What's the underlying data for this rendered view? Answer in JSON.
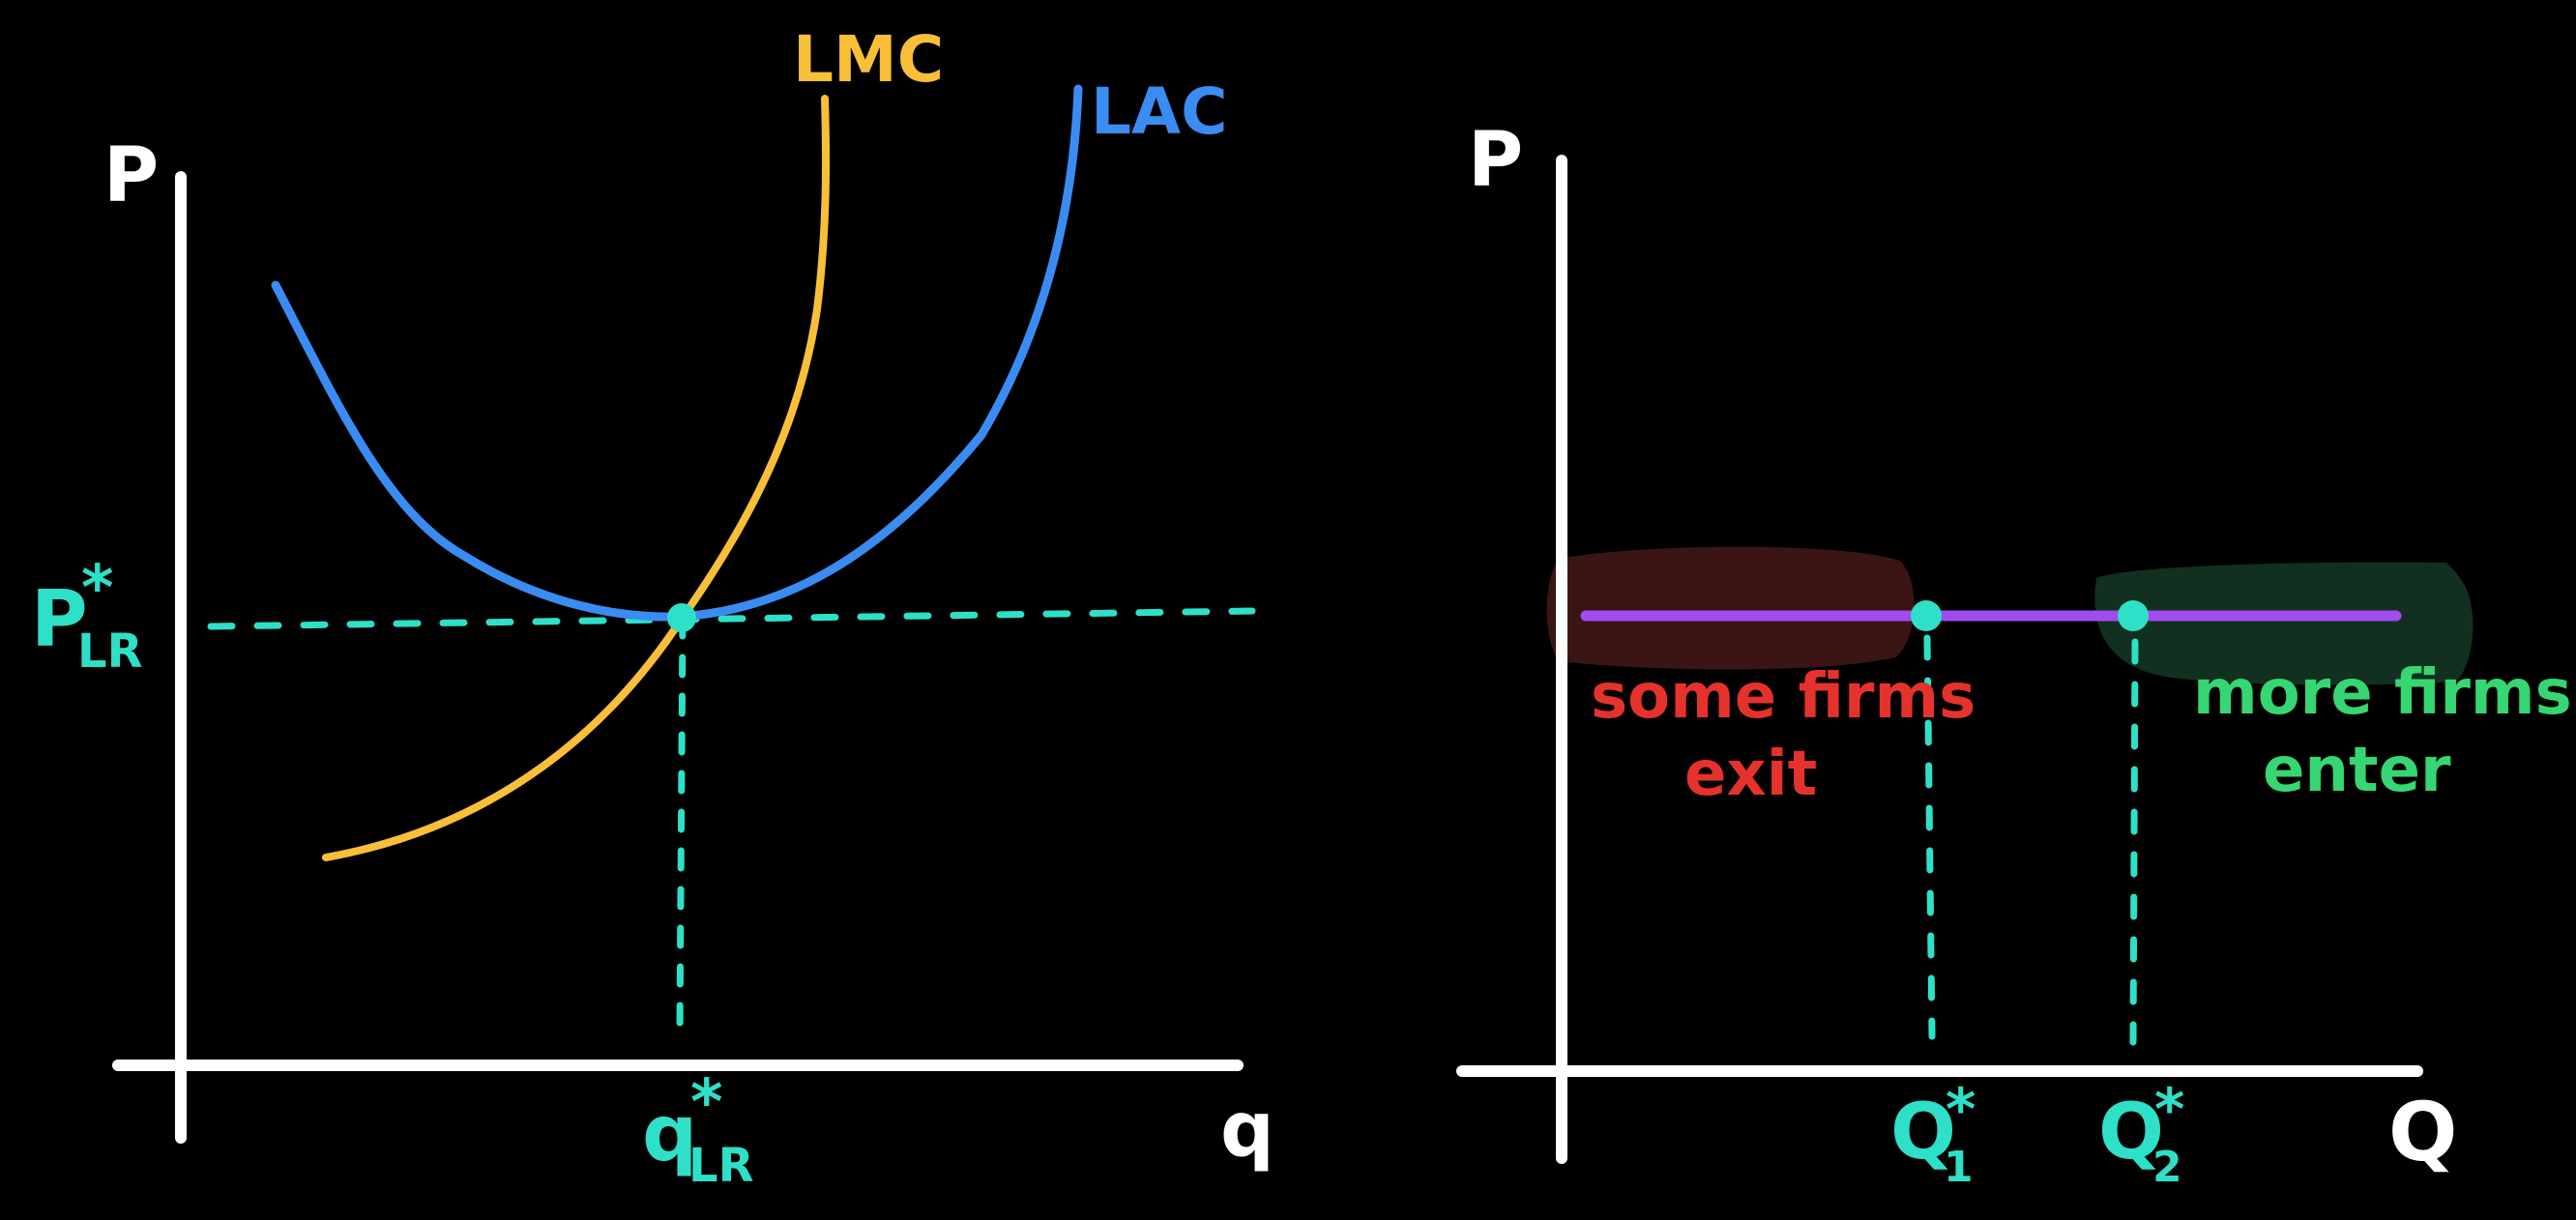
{
  "colors": {
    "background": "#000000",
    "axis": "#ffffff",
    "lac": "#3a8cf2",
    "lmc": "#f9bf38",
    "equilibrium": "#2ee0c8",
    "supply_line": "#a24cf0",
    "exit_highlight": "#3a1514",
    "exit_text": "#e5322d",
    "enter_highlight": "#11301f",
    "enter_text": "#36d672"
  },
  "left_panel": {
    "y_axis_label": "P",
    "x_axis_label": "q",
    "lmc_label": "LMC",
    "lac_label": "LAC",
    "price_label": {
      "base": "P",
      "sub": "LR",
      "sup": "*"
    },
    "quantity_label": {
      "base": "q",
      "sub": "LR",
      "sup": "*"
    }
  },
  "right_panel": {
    "y_axis_label": "P",
    "x_axis_label": "Q",
    "q1_label": {
      "base": "Q",
      "sub": "1",
      "sup": "*"
    },
    "q2_label": {
      "base": "Q",
      "sub": "2",
      "sup": "*"
    },
    "exit_text": [
      "some firms",
      "exit"
    ],
    "enter_text": [
      "more firms",
      "enter"
    ]
  }
}
